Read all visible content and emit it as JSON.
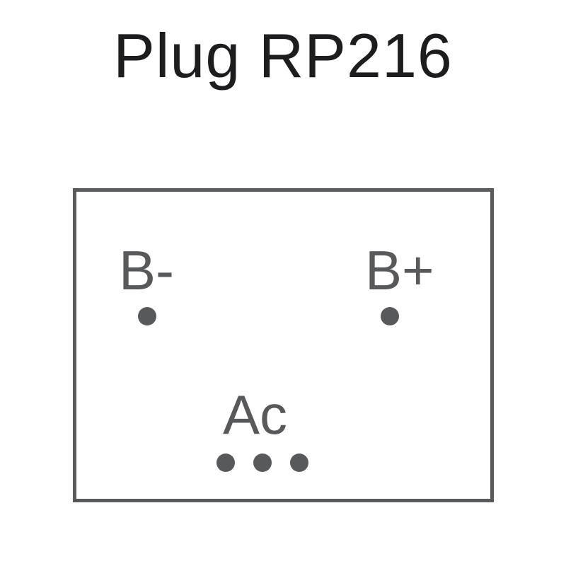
{
  "title": "Plug RP216",
  "diagram": {
    "outline_color": "#58595b",
    "pin_color": "#58595b",
    "title_color": "#1d1d1f",
    "labels": {
      "b_minus": "B-",
      "b_plus": "B+",
      "ac": "Ac"
    },
    "pins": {
      "b_minus_count": 1,
      "b_plus_count": 1,
      "ac_count": 3
    }
  }
}
